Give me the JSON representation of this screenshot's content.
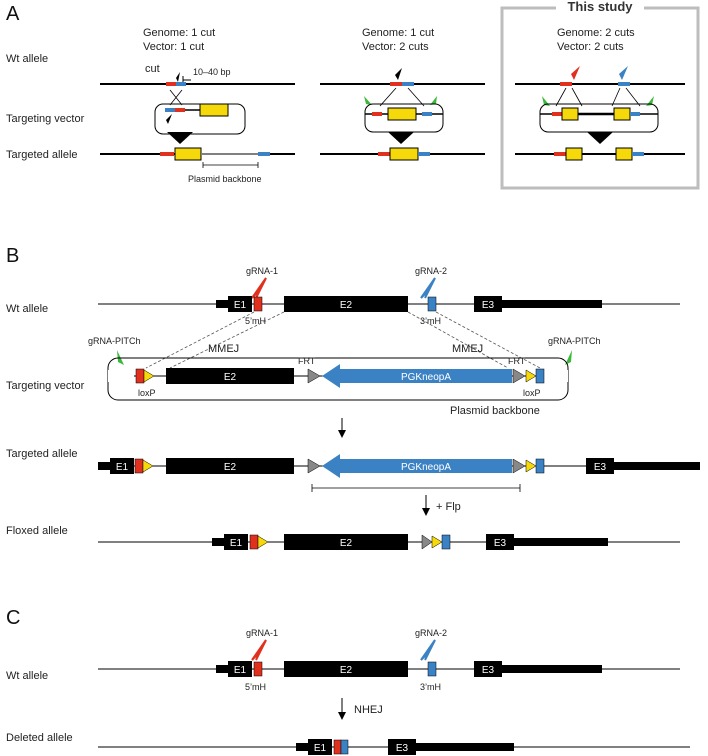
{
  "colors": {
    "red": "#e0301e",
    "blue": "#3b82c4",
    "yellow": "#f5d90a",
    "green": "#3cb83c",
    "black": "#000000",
    "grey": "#888888",
    "box_border": "#bdbdbd"
  },
  "panel_a": {
    "label": "A",
    "col1": {
      "genome": "Genome:  1 cut",
      "vector": "Vector:   1 cut",
      "cut_label": "cut",
      "bp_label": "10–40 bp"
    },
    "col2": {
      "genome": "Genome:  1 cut",
      "vector": "Vector:   2 cuts"
    },
    "col3": {
      "title": "This study",
      "genome": "Genome:  2 cuts",
      "vector": "Vector:   2 cuts"
    },
    "row_labels": {
      "wt": "Wt allele",
      "vector": "Targeting vector",
      "targeted": "Targeted allele"
    },
    "plasmid_backbone": "Plasmid backbone"
  },
  "panel_b": {
    "label": "B",
    "row_labels": {
      "wt": "Wt allele",
      "vector": "Targeting vector",
      "targeted": "Targeted allele",
      "floxed": "Floxed allele"
    },
    "exons": {
      "e1": "E1",
      "e2": "E2",
      "e3": "E3"
    },
    "grna1": "gRNA-1",
    "grna2": "gRNA-2",
    "grna_pitch_left": "gRNA-PITCh",
    "grna_pitch_right": "gRNA-PITCh",
    "mh5": "5’mH",
    "mh3": "3’mH",
    "mmej_left": "MMEJ",
    "mmej_right": "MMEJ",
    "frt_left": "FRT",
    "frt_right": "FRT",
    "loxp_left": "loxP",
    "loxp_right": "loxP",
    "neo": "PGKneopA",
    "plasmid_backbone": "Plasmid backbone",
    "flp": "+ Flp"
  },
  "panel_c": {
    "label": "C",
    "row_labels": {
      "wt": "Wt allele",
      "deleted": "Deleted allele"
    },
    "exons": {
      "e1": "E1",
      "e2": "E2",
      "e3": "E3"
    },
    "grna1": "gRNA-1",
    "grna2": "gRNA-2",
    "mh5": "5’mH",
    "mh3": "3’mH",
    "nhej": "NHEJ"
  }
}
